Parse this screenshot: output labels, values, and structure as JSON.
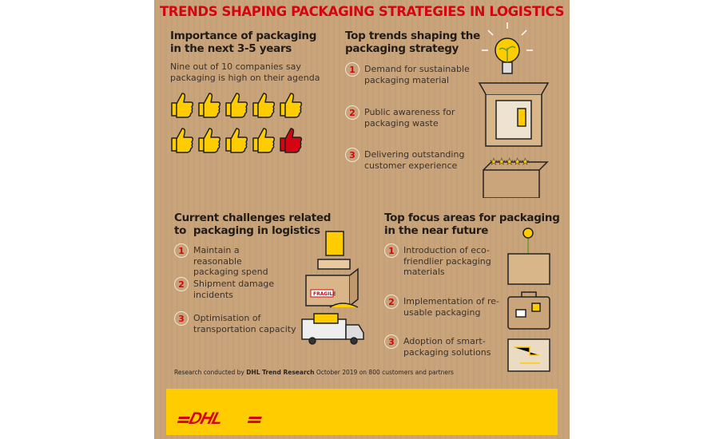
{
  "title": "TRENDS SHAPING PACKAGING STRATEGIES IN LOGISTICS",
  "importance": {
    "heading_line1": "Importance of packaging",
    "heading_line2": "in the next 3-5 years",
    "text_line1": "Nine out of 10 companies say",
    "text_line2": "packaging is high on their agenda",
    "thumbs_total": 10,
    "thumbs_yellow": 9,
    "colors": {
      "yes": "#ffcc00",
      "no": "#d40511"
    }
  },
  "trends": {
    "heading_line1": "Top trends shaping the",
    "heading_line2": "packaging strategy",
    "items": [
      {
        "n": "1",
        "text": "Demand for sustainable packaging material"
      },
      {
        "n": "2",
        "text": "Public awareness for packaging waste"
      },
      {
        "n": "3",
        "text": "Delivering outstanding customer experience"
      }
    ]
  },
  "challenges": {
    "heading_line1": "Current challenges related",
    "heading_line2": "to  packaging in logistics",
    "items": [
      {
        "n": "1",
        "text": "Maintain a reasonable packaging spend"
      },
      {
        "n": "2",
        "text": "Shipment damage incidents"
      },
      {
        "n": "3",
        "text": "Optimisation of transportation capacity"
      }
    ],
    "fragile_label": "FRAGILE"
  },
  "focus": {
    "heading_line1": "Top focus areas for packaging",
    "heading_line2": "in the near future",
    "items": [
      {
        "n": "1",
        "text": "Introduction of eco-friendlier packaging materials"
      },
      {
        "n": "2",
        "text": "Implementation of re-usable packaging"
      },
      {
        "n": "3",
        "text": "Adoption of smart-packaging solutions"
      }
    ]
  },
  "footnote": {
    "pre": "Research conducted by ",
    "bold": "DHL Trend Research",
    "post": " October 2019 on 800 customers and partners"
  },
  "brand": {
    "logo": "DHL",
    "red": "#d40511",
    "yellow": "#ffcc00"
  }
}
